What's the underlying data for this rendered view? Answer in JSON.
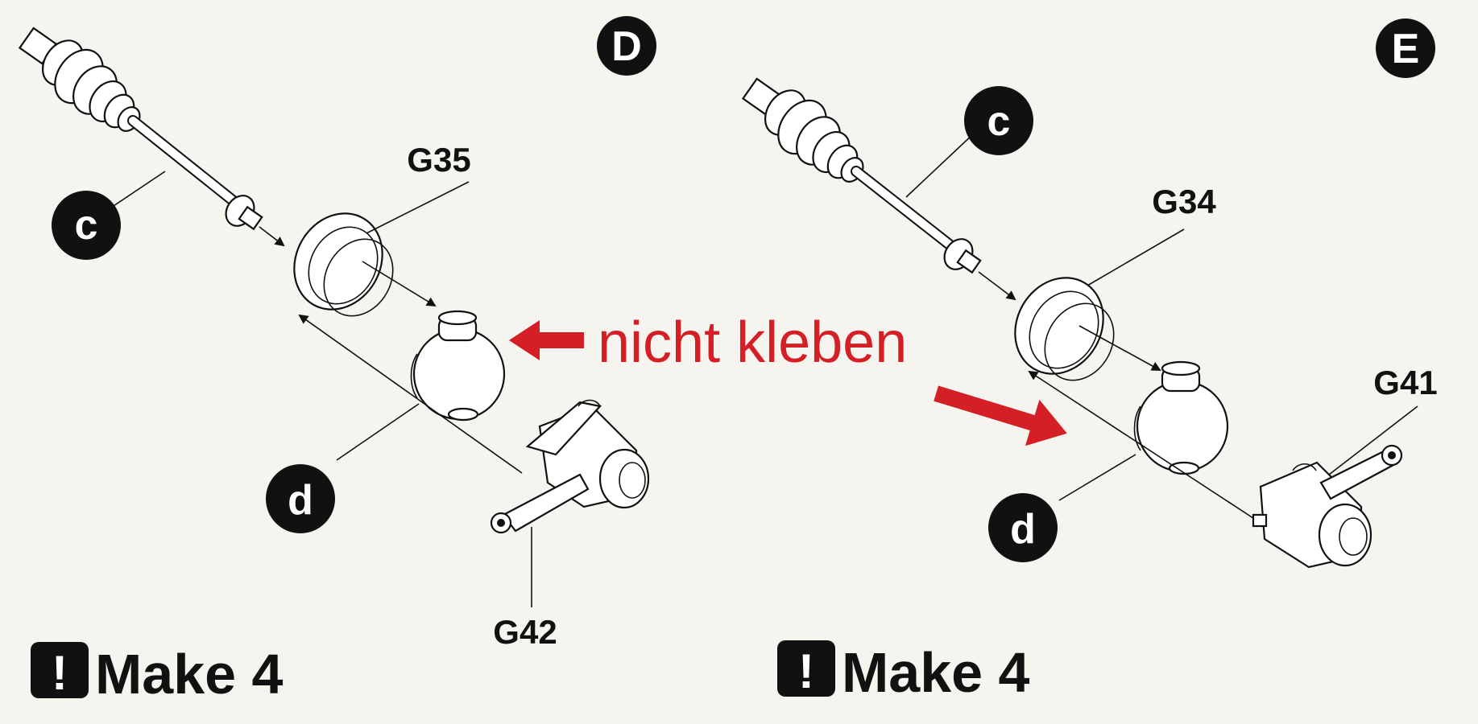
{
  "steps": [
    {
      "id": "D",
      "badge": "D",
      "labels": {
        "shaft": "c",
        "ring": "G35",
        "hub": "d",
        "arm": "G42"
      },
      "instruction": "Make 4"
    },
    {
      "id": "E",
      "badge": "E",
      "labels": {
        "shaft": "c",
        "ring": "G34",
        "hub": "d",
        "arm": "G41"
      },
      "instruction": "Make 4"
    }
  ],
  "annotation": {
    "text": "nicht kleben",
    "color": "#d41f26"
  },
  "colors": {
    "ink": "#111111",
    "paper": "#f6f4ee",
    "accent": "#d41f26"
  },
  "icons": {
    "warning": "exclamation-icon"
  }
}
